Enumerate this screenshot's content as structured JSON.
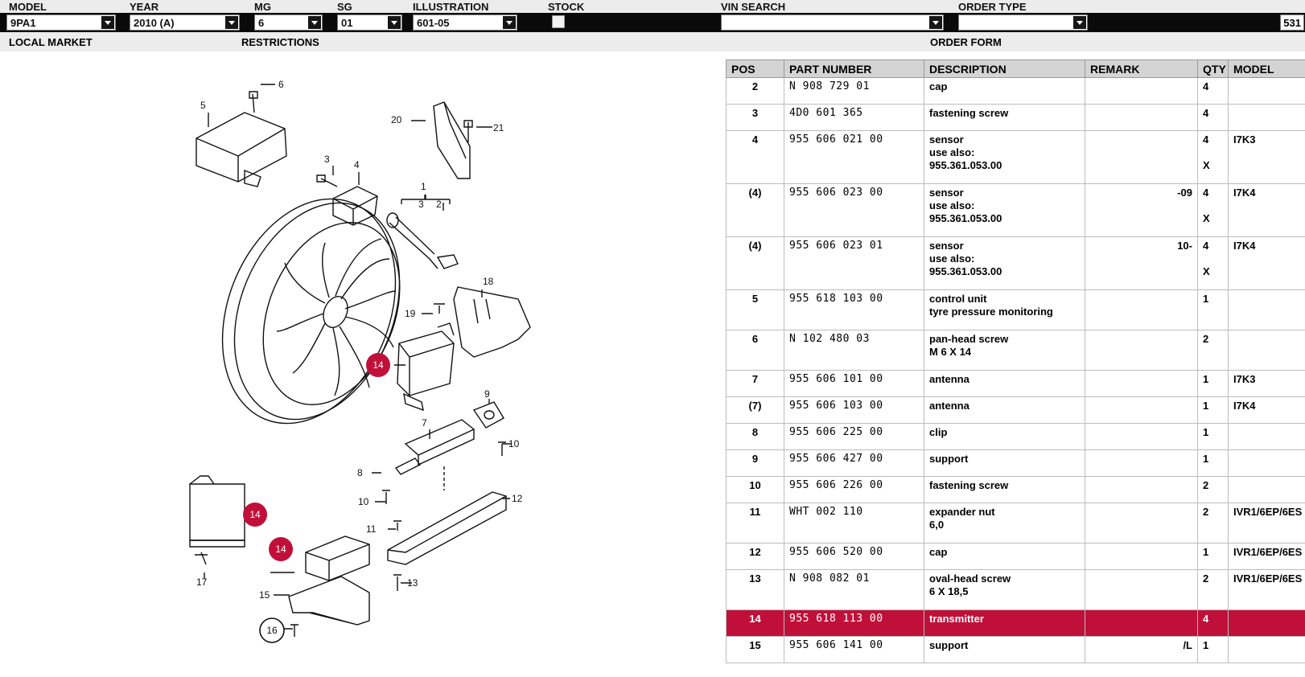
{
  "filters": {
    "model_label": "MODEL",
    "model_value": "9PA1",
    "year_label": "YEAR",
    "year_value": "2010 (A)",
    "mg_label": "MG",
    "mg_value": "6",
    "sg_label": "SG",
    "sg_value": "01",
    "illustration_label": "ILLUSTRATION",
    "illustration_value": "601-05",
    "stock_label": "STOCK",
    "vin_label": "VIN SEARCH",
    "vin_value": "",
    "order_type_label": "ORDER TYPE",
    "order_type_value": "",
    "page_value": "531"
  },
  "subbar": {
    "local_market": "LOCAL MARKET",
    "restrictions": "RESTRICTIONS",
    "order_form": "ORDER FORM"
  },
  "table": {
    "headers": [
      "POS",
      "PART NUMBER",
      "",
      "DESCRIPTION",
      "REMARK",
      "QTY",
      "MODEL"
    ],
    "rows": [
      {
        "pos": "2",
        "pn": "N   908 729 01",
        "desc": [
          "cap"
        ],
        "remark": "",
        "qty": [
          "4"
        ],
        "model": ""
      },
      {
        "pos": "3",
        "pn": "4D0 601 365",
        "desc": [
          "fastening screw"
        ],
        "remark": "",
        "qty": [
          "4"
        ],
        "model": ""
      },
      {
        "pos": "4",
        "pn": "955 606 021 00",
        "desc": [
          "sensor",
          "use also:",
          "955.361.053.00"
        ],
        "remark": "",
        "qty": [
          "4",
          "",
          "X"
        ],
        "model": "I7K3"
      },
      {
        "pos": "(4)",
        "pn": "955 606 023 00",
        "desc": [
          "sensor",
          "use also:",
          "955.361.053.00"
        ],
        "remark": "-09",
        "qty": [
          "4",
          "",
          "X"
        ],
        "model": "I7K4"
      },
      {
        "pos": "(4)",
        "pn": "955 606 023 01",
        "desc": [
          "sensor",
          "use also:",
          "955.361.053.00"
        ],
        "remark": "10-",
        "qty": [
          "4",
          "",
          "X"
        ],
        "model": "I7K4"
      },
      {
        "pos": "5",
        "pn": "955 618 103 00",
        "desc": [
          "control unit",
          "tyre pressure monitoring"
        ],
        "remark": "",
        "qty": [
          "1"
        ],
        "model": ""
      },
      {
        "pos": "6",
        "pn": "N   102 480 03",
        "desc": [
          "pan-head screw",
          "M 6 X 14"
        ],
        "remark": "",
        "qty": [
          "2"
        ],
        "model": ""
      },
      {
        "pos": "7",
        "pn": "955 606 101 00",
        "desc": [
          "antenna"
        ],
        "remark": "",
        "qty": [
          "1"
        ],
        "model": "I7K3"
      },
      {
        "pos": "(7)",
        "pn": "955 606 103 00",
        "desc": [
          "antenna"
        ],
        "remark": "",
        "qty": [
          "1"
        ],
        "model": "I7K4"
      },
      {
        "pos": "8",
        "pn": "955 606 225 00",
        "desc": [
          "clip"
        ],
        "remark": "",
        "qty": [
          "1"
        ],
        "model": ""
      },
      {
        "pos": "9",
        "pn": "955 606 427 00",
        "desc": [
          "support"
        ],
        "remark": "",
        "qty": [
          "1"
        ],
        "model": ""
      },
      {
        "pos": "10",
        "pn": "955 606 226 00",
        "desc": [
          "fastening screw"
        ],
        "remark": "",
        "qty": [
          "2"
        ],
        "model": ""
      },
      {
        "pos": "11",
        "pn": "WHT 002 110",
        "desc": [
          "expander nut",
          "6,0"
        ],
        "remark": "",
        "qty": [
          "2"
        ],
        "model": "IVR1/6EP/6ES"
      },
      {
        "pos": "12",
        "pn": "955 606 520 00",
        "desc": [
          "cap"
        ],
        "remark": "",
        "qty": [
          "1"
        ],
        "model": "IVR1/6EP/6ES"
      },
      {
        "pos": "13",
        "pn": "N   908 082 01",
        "desc": [
          "oval-head screw",
          "6 X 18,5"
        ],
        "remark": "",
        "qty": [
          "2"
        ],
        "model": "IVR1/6EP/6ES"
      },
      {
        "pos": "14",
        "pn": "955 618 113 00",
        "desc": [
          "transmitter"
        ],
        "remark": "",
        "qty": [
          "4"
        ],
        "model": "",
        "highlight": true
      },
      {
        "pos": "15",
        "pn": "955 606 141 00",
        "desc": [
          "support"
        ],
        "remark": "/L",
        "qty": [
          "1"
        ],
        "model": ""
      }
    ]
  },
  "illustration": {
    "callouts": [
      "1",
      "2",
      "3",
      "3",
      "4",
      "5",
      "6",
      "7",
      "8",
      "9",
      "10",
      "10",
      "11",
      "12",
      "13",
      "14",
      "14",
      "14",
      "15",
      "16",
      "17",
      "18",
      "19",
      "20",
      "21"
    ],
    "highlight_color": "#c0103a"
  }
}
